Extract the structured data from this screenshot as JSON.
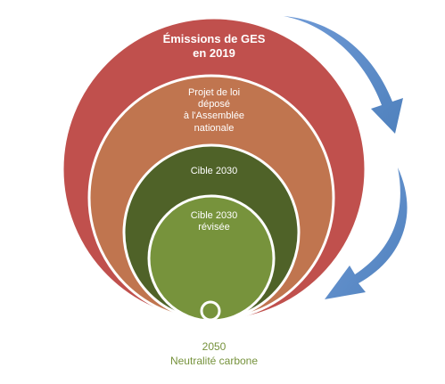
{
  "circles": [
    {
      "label": "Émissions de GES\nen 2019",
      "color": "#c0504d"
    },
    {
      "label": "Projet de loi\ndéposé\nà l'Assemblée\nnationale",
      "color": "#c0754f"
    },
    {
      "label": "Cible 2030",
      "color": "#4f6228"
    },
    {
      "label": "Cible 2030\nrévisée",
      "color": "#77933c"
    }
  ],
  "goal": {
    "year": "2050",
    "label": "Neutralité carbone",
    "color": "#76923c"
  },
  "arrow_color": "#4f81bd"
}
